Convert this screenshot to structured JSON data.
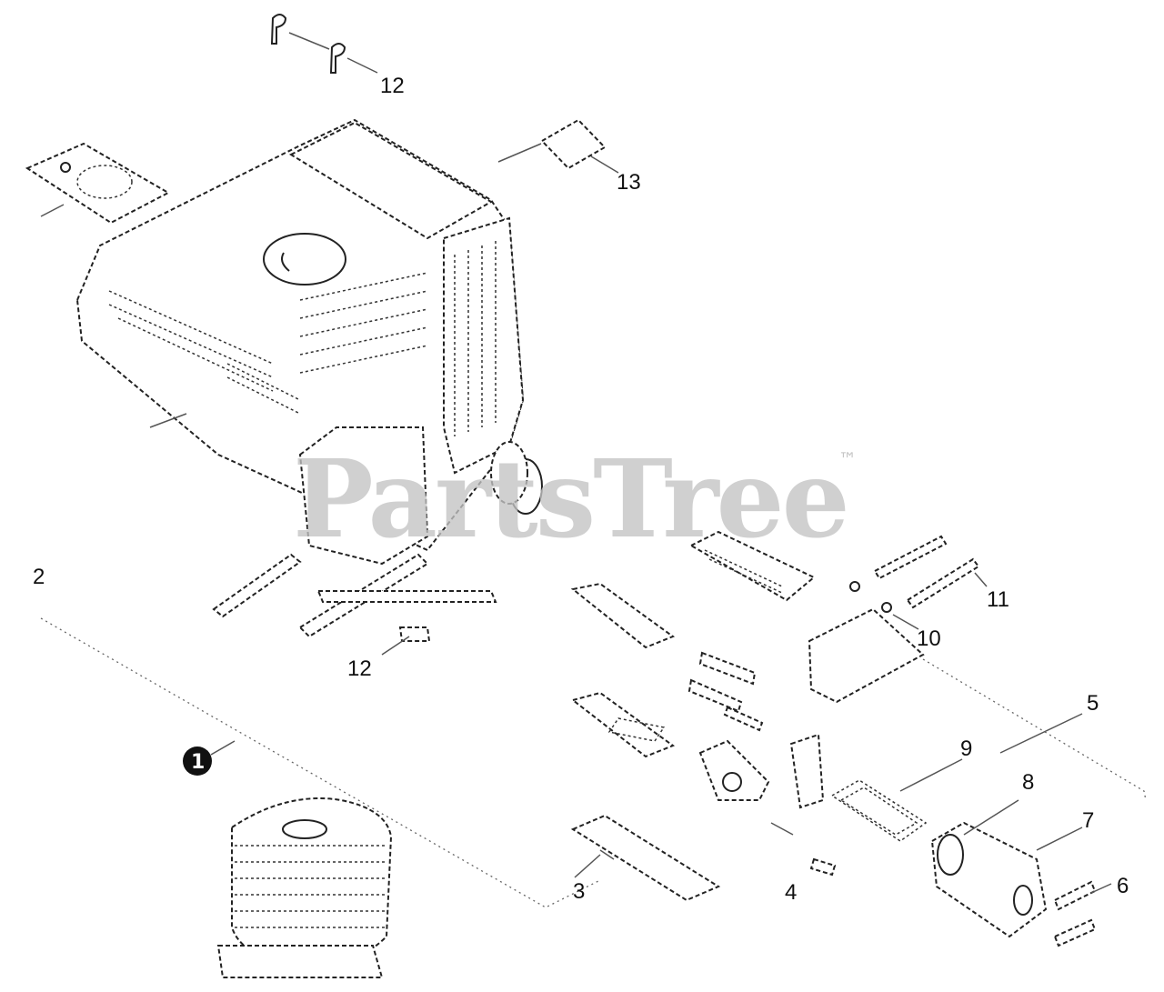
{
  "watermark": {
    "text": "PartsTree",
    "trademark": "™"
  },
  "callouts": {
    "c12_top": "12",
    "c13": "13",
    "c2": "2",
    "c12_mid": "12",
    "c11": "11",
    "c10": "10",
    "c5": "5",
    "c9": "9",
    "c8": "8",
    "c7": "7",
    "c6": "6",
    "c4": "4",
    "c3": "3",
    "c1_badge": "1"
  }
}
